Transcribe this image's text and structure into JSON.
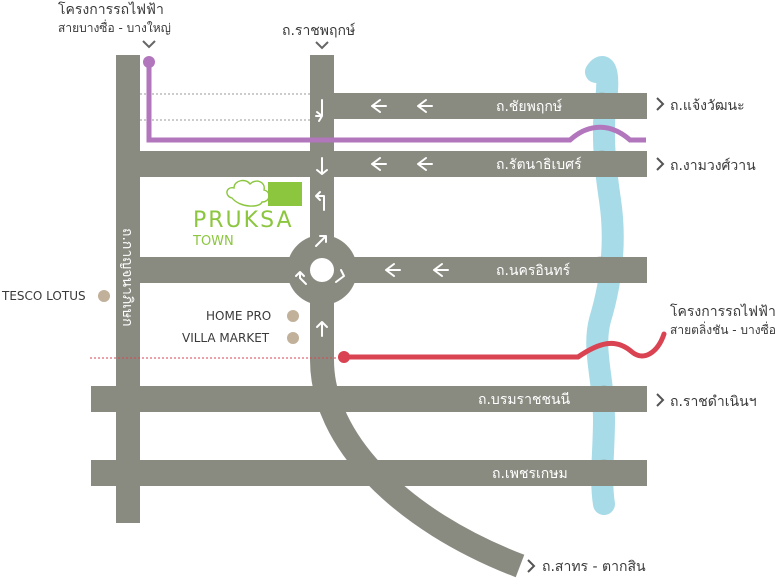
{
  "brand": {
    "name": "PRUKSA",
    "subtitle": "TOWN",
    "color": "#8cc63f"
  },
  "colors": {
    "road": "#8a8b80",
    "river": "#a7dbe8",
    "purple_line": "#b276bd",
    "red_line": "#d94352",
    "poi_dot": "#c2b19a"
  },
  "rail_purple": {
    "title": "โครงการรถไฟฟ้า",
    "subtitle": "สายบางซื่อ - บางใหญ่"
  },
  "rail_red": {
    "title": "โครงการรถไฟฟ้า",
    "subtitle": "สายตลิ่งชัน - บางซื่อ"
  },
  "top_road": "ถ.ราชพฤกษ์",
  "vertical_road": "ถ.กาญจนาภิเษก",
  "roads": {
    "chaiyaphruek": "ถ.ชัยพฤกษ์",
    "rattanathibet": "ถ.รัตนาธิเบศร์",
    "nakhon_in": "ถ.นครอินทร์",
    "borommaratchachonnani": "ถ.บรมราชชนนี",
    "phetkasem": "ถ.เพชรเกษม"
  },
  "destinations": {
    "chaengwattana": "ถ.แจ้งวัฒนะ",
    "ngamwongwan": "ถ.งามวงศ์วาน",
    "ratchadamnoen": "ถ.ราชดำเนินฯ",
    "sathorn": "ถ.สาทร - ตากสิน"
  },
  "pois": {
    "tesco": "TESCO LOTUS",
    "homepro": "HOME PRO",
    "villa": "VILLA  MARKET"
  }
}
